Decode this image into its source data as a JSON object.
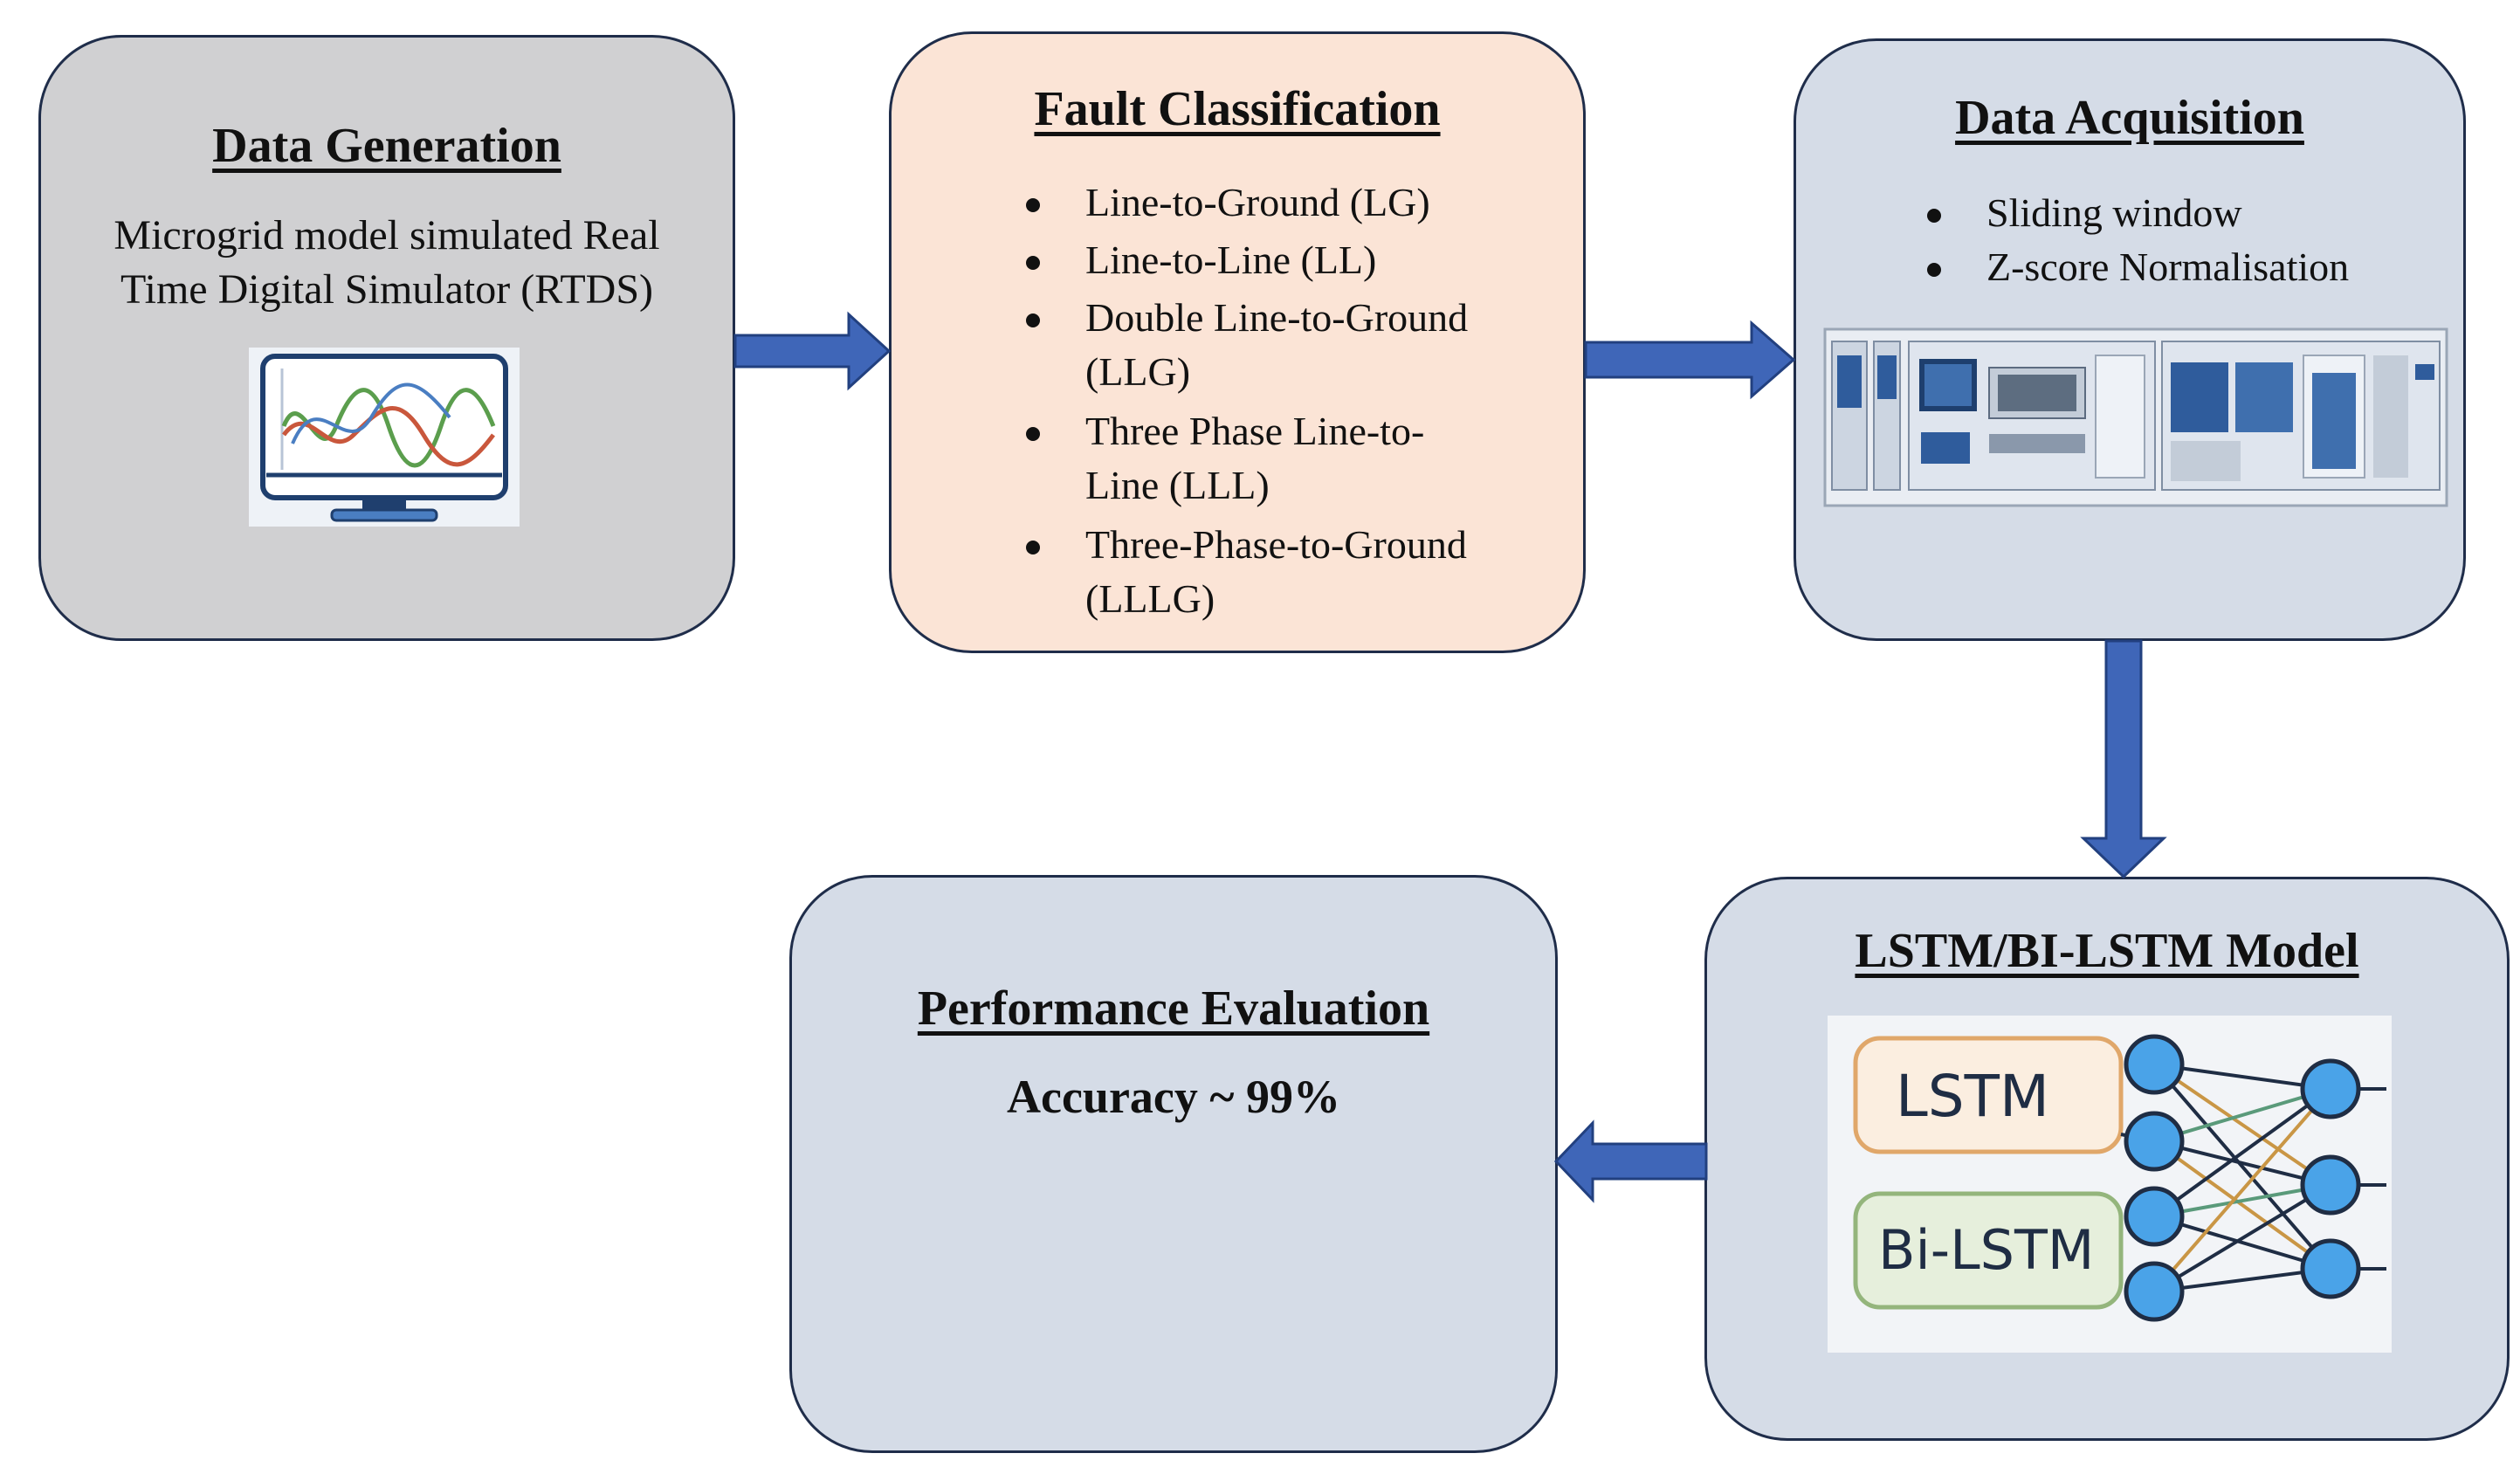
{
  "boxes": {
    "data_generation": {
      "title": "Data Generation",
      "text_line1": "Microgrid model simulated Real",
      "text_line2": "Time Digital Simulator (RTDS)",
      "icon": "monitor-waveform-icon",
      "color": "#d0d0d2"
    },
    "fault_classification": {
      "title": "Fault Classification",
      "items": [
        {
          "line1": "Line-to-Ground (LG)",
          "line2": ""
        },
        {
          "line1": "Line-to-Line (LL)",
          "line2": ""
        },
        {
          "line1": "Double Line-to-Ground",
          "line2": "(LLG)"
        },
        {
          "line1": "Three Phase Line-to-",
          "line2": "Line (LLL)"
        },
        {
          "line1": "Three-Phase-to-Ground",
          "line2": "(LLLG)"
        }
      ],
      "color": "#fbe4d6"
    },
    "data_acquisition": {
      "title": "Data Acquisition",
      "items": [
        "Sliding window",
        "Z-score Normalisation"
      ],
      "icon": "rtds-hardware-rack-icon",
      "color": "#d5dce7"
    },
    "model": {
      "title": "LSTM/BI-LSTM Model",
      "label_lstm": "LSTM",
      "label_bilstm": "Bi-LSTM",
      "icon": "neural-network-icon",
      "color": "#d5dce7"
    },
    "performance": {
      "title": "Performance Evaluation",
      "metric": "Accuracy ~ 99%",
      "color": "#d5dce7"
    }
  },
  "colors": {
    "arrow": "#3f66b8",
    "arrow_border": "#22407f",
    "box_border": "#1f2d4a"
  }
}
